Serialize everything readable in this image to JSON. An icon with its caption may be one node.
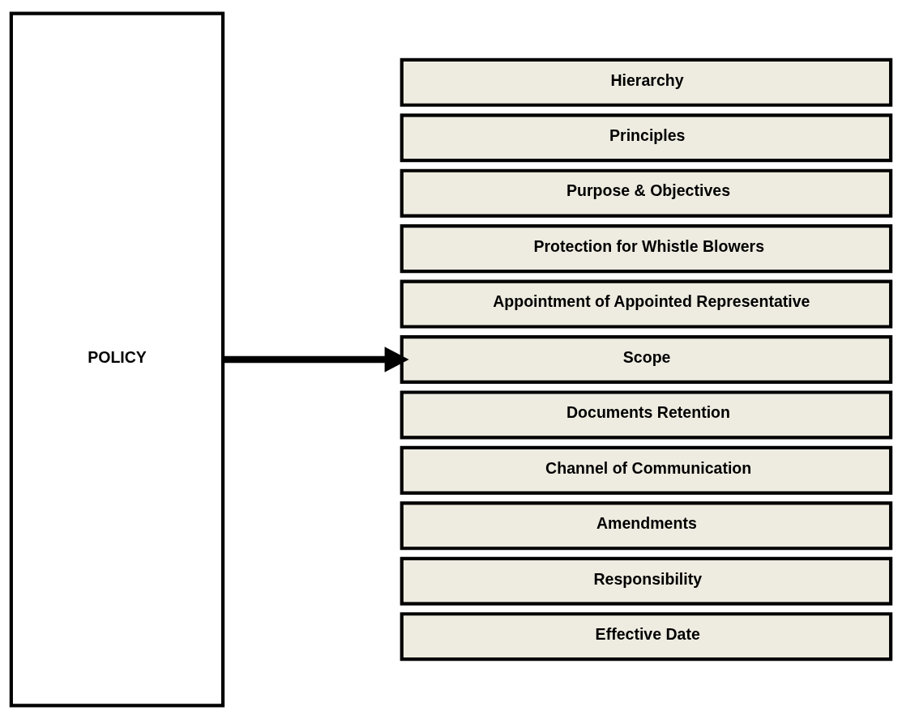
{
  "diagram": {
    "nodes": [
      {
        "text": [
          "POLICY"
        ]
      },
      {
        "text": [
          "Hierarchy"
        ]
      },
      {
        "text": [
          "Principles"
        ]
      },
      {
        "text": [
          "Purpose & Objectives"
        ]
      },
      {
        "text": [
          "Protection for Whistle Blowers"
        ]
      },
      {
        "text": [
          "Appointment of Appointed Representative"
        ]
      },
      {
        "text": [
          "Scope"
        ]
      },
      {
        "text": [
          "Documents Retention"
        ]
      },
      {
        "text": [
          "Channel of Communication"
        ]
      },
      {
        "text": [
          "Amendments"
        ]
      },
      {
        "text": [
          "Responsibility"
        ]
      },
      {
        "text": [
          "Effective Date"
        ]
      }
    ],
    "edges": [
      {
        "from": 0,
        "to": 6,
        "arrow": "to"
      }
    ]
  }
}
